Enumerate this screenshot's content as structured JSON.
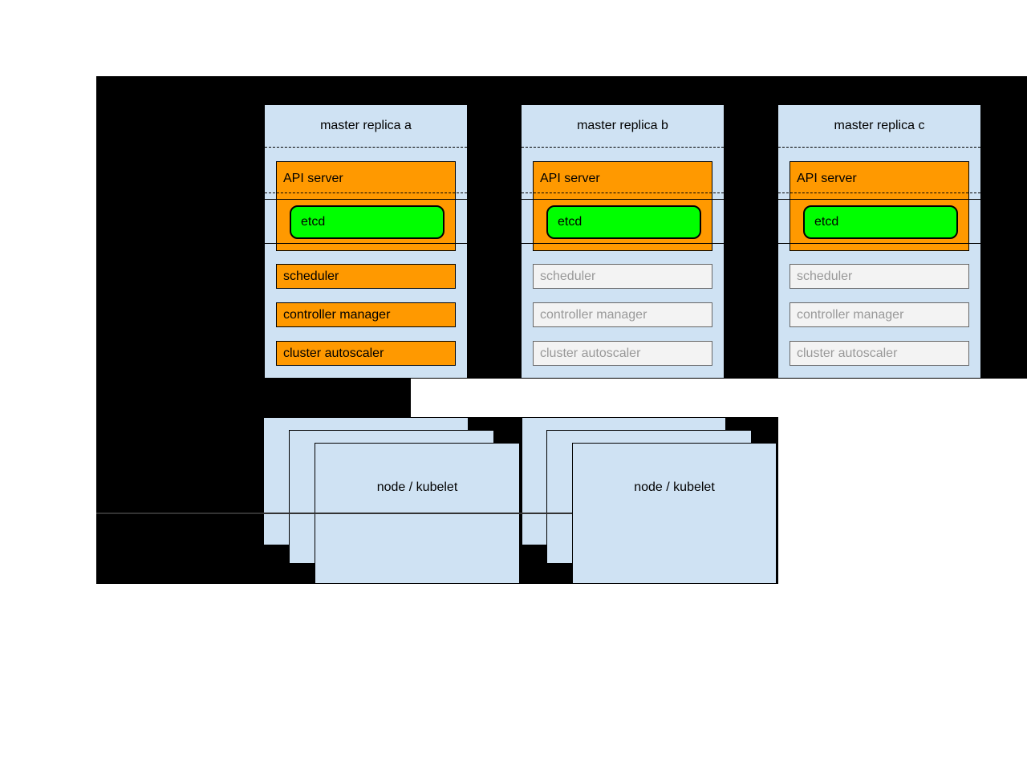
{
  "colors": {
    "page_background": "#ffffff",
    "drawing_background": "#000000",
    "box_blue": "#cfe2f3",
    "active_orange": "#ff9900",
    "etcd_green": "#00ff00",
    "standby_fill": "#f3f3f3",
    "standby_border": "#666666",
    "standby_text": "#999999"
  },
  "masters": [
    {
      "title": "master replica a",
      "state": "active",
      "components": {
        "api_server": "API server",
        "etcd": "etcd",
        "scheduler": "scheduler",
        "controller_manager": "controller manager",
        "cluster_autoscaler": "cluster autoscaler"
      }
    },
    {
      "title": "master replica b",
      "state": "standby",
      "components": {
        "api_server": "API server",
        "etcd": "etcd",
        "scheduler": "scheduler",
        "controller_manager": "controller manager",
        "cluster_autoscaler": "cluster autoscaler"
      }
    },
    {
      "title": "master replica c",
      "state": "standby",
      "components": {
        "api_server": "API server",
        "etcd": "etcd",
        "scheduler": "scheduler",
        "controller_manager": "controller manager",
        "cluster_autoscaler": "cluster autoscaler"
      }
    }
  ],
  "node_stacks": [
    {
      "label": "node / kubelet"
    },
    {
      "label": "node / kubelet"
    }
  ]
}
